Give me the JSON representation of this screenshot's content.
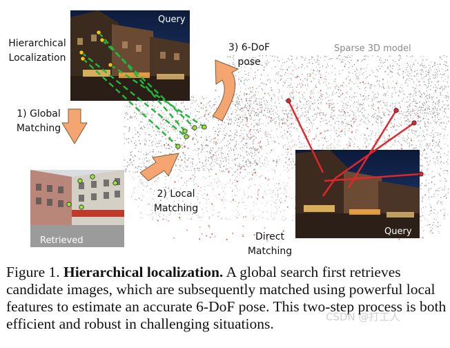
{
  "figure": {
    "labels": {
      "hier_line1": "Hierarchical",
      "hier_line2": "Localization",
      "global_line1": "1) Global",
      "global_line2": "Matching",
      "local_line1": "2) Local",
      "local_line2": "Matching",
      "pose_line1": "3) 6-DoF",
      "pose_line2": "pose",
      "direct_line1": "Direct",
      "direct_line2": "Matching",
      "sparse_model": "Sparse 3D model"
    },
    "image_tags": {
      "query_top": "Query",
      "retrieved": "Retrieved",
      "query_bottom": "Query"
    },
    "colors": {
      "arrow_fill": "#f5a56f",
      "arrow_stroke": "#7a5a3d",
      "local_match_line": "#1fb83c",
      "direct_match_line": "#e3262b",
      "keypoint_yellow": "#f1c40f",
      "keypoint_green": "#9be23a"
    }
  },
  "caption": {
    "figure_number": "Figure 1.",
    "title": "Hierarchical localization.",
    "body": "A global search first retrieves candidate images, which are subsequently matched using powerful local features to estimate an accurate 6-DoF pose. This two-step process is both efficient and robust in challenging situations."
  },
  "watermark": "CSDN @打工人"
}
